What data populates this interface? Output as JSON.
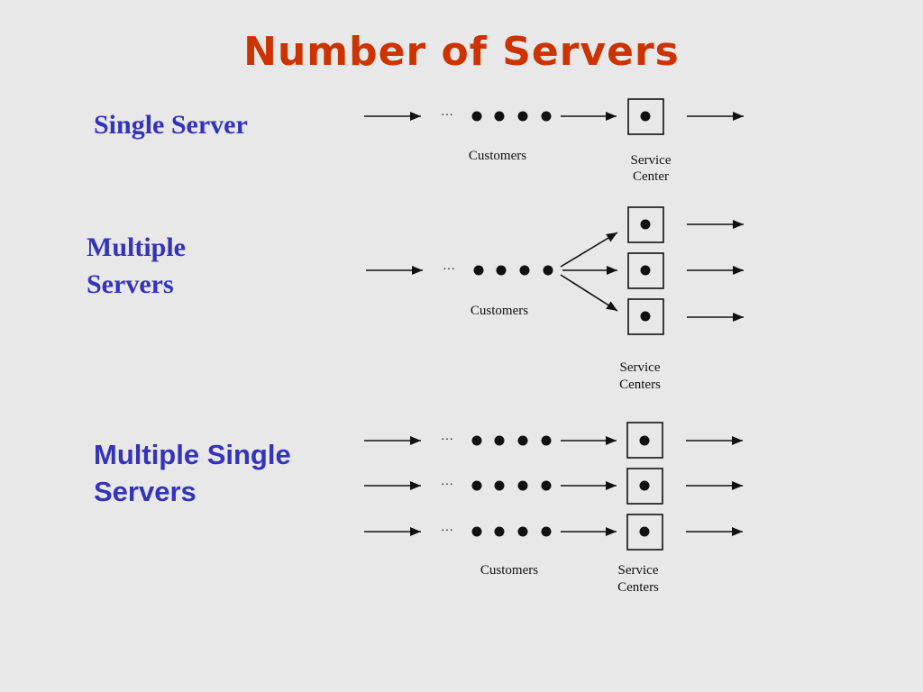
{
  "title": "Number of Servers",
  "sections": {
    "single": {
      "label": "Single Server",
      "customers_caption": "Customers",
      "service_caption_line1": "Service",
      "service_caption_line2": "Center"
    },
    "multiple": {
      "label_line1": "Multiple",
      "label_line2": "Servers",
      "customers_caption": "Customers",
      "service_caption_line1": "Service",
      "service_caption_line2": "Centers"
    },
    "multiple_single": {
      "label_line1": "Multiple Single",
      "label_line2": "Servers",
      "customers_caption": "Customers",
      "service_caption_line1": "Service",
      "service_caption_line2": "Centers"
    }
  },
  "ellipsis": "···",
  "colors": {
    "background": "#e8e8e8",
    "title": "#cc3300",
    "labels": "#3333bb",
    "diagram": "#111111"
  }
}
